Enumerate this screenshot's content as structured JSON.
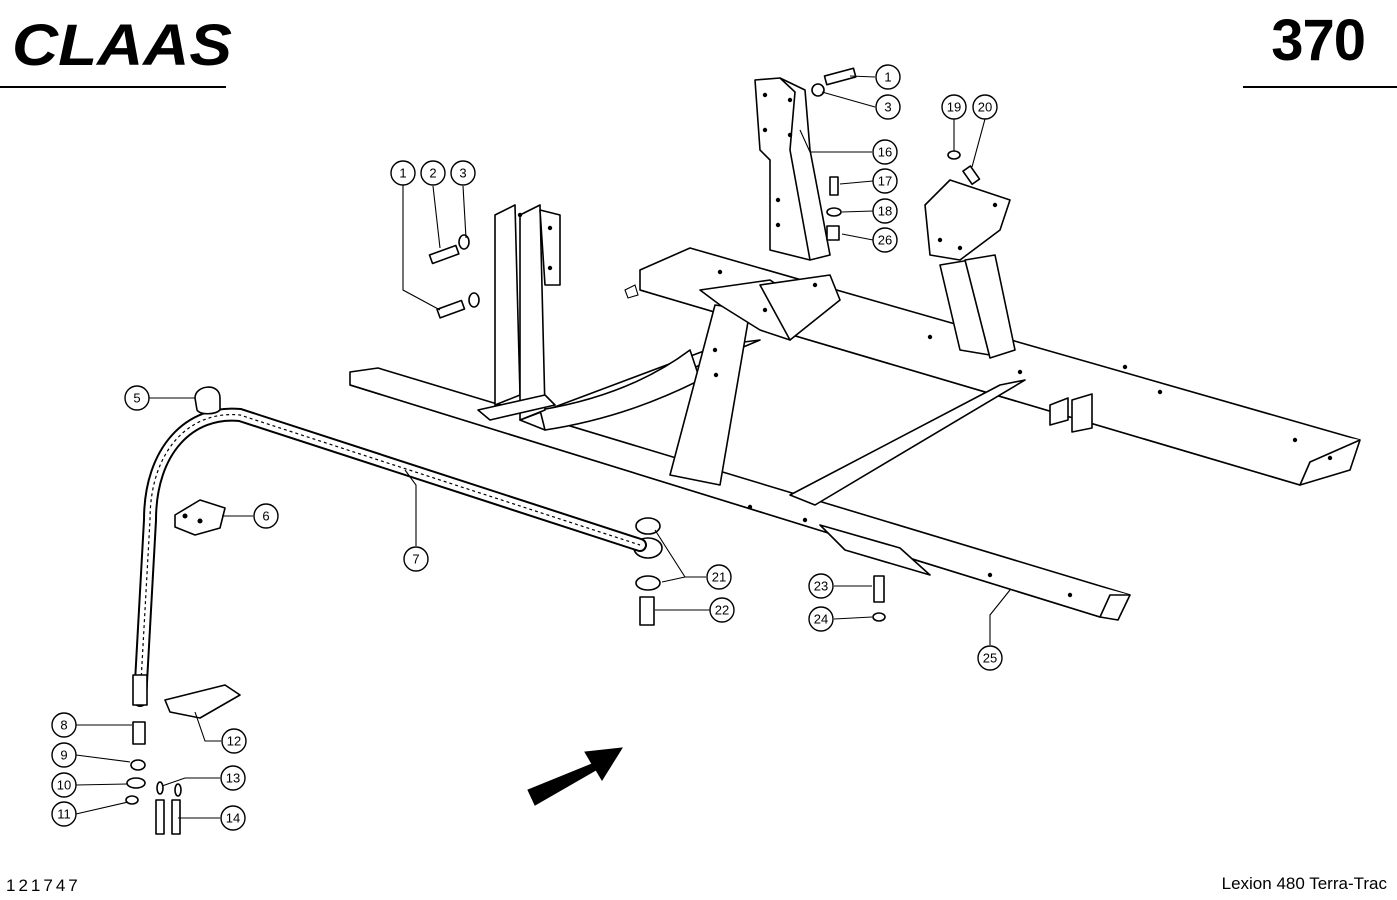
{
  "header": {
    "brand": "CLAAS",
    "page_number": "370"
  },
  "footer": {
    "drawing_number": "121747",
    "model": "Lexion 480 Terra-Trac"
  },
  "callouts": [
    {
      "id": "c1a",
      "label": "1"
    },
    {
      "id": "c3a",
      "label": "3"
    },
    {
      "id": "c16",
      "label": "16"
    },
    {
      "id": "c17",
      "label": "17"
    },
    {
      "id": "c18",
      "label": "18"
    },
    {
      "id": "c26",
      "label": "26"
    },
    {
      "id": "c19",
      "label": "19"
    },
    {
      "id": "c20",
      "label": "20"
    },
    {
      "id": "c1b",
      "label": "1"
    },
    {
      "id": "c2",
      "label": "2"
    },
    {
      "id": "c3b",
      "label": "3"
    },
    {
      "id": "c5",
      "label": "5"
    },
    {
      "id": "c6",
      "label": "6"
    },
    {
      "id": "c7",
      "label": "7"
    },
    {
      "id": "c21",
      "label": "21"
    },
    {
      "id": "c22",
      "label": "22"
    },
    {
      "id": "c23",
      "label": "23"
    },
    {
      "id": "c24",
      "label": "24"
    },
    {
      "id": "c25",
      "label": "25"
    },
    {
      "id": "c8",
      "label": "8"
    },
    {
      "id": "c9",
      "label": "9"
    },
    {
      "id": "c10",
      "label": "10"
    },
    {
      "id": "c11",
      "label": "11"
    },
    {
      "id": "c12",
      "label": "12"
    },
    {
      "id": "c13",
      "label": "13"
    },
    {
      "id": "c14",
      "label": "14"
    }
  ]
}
